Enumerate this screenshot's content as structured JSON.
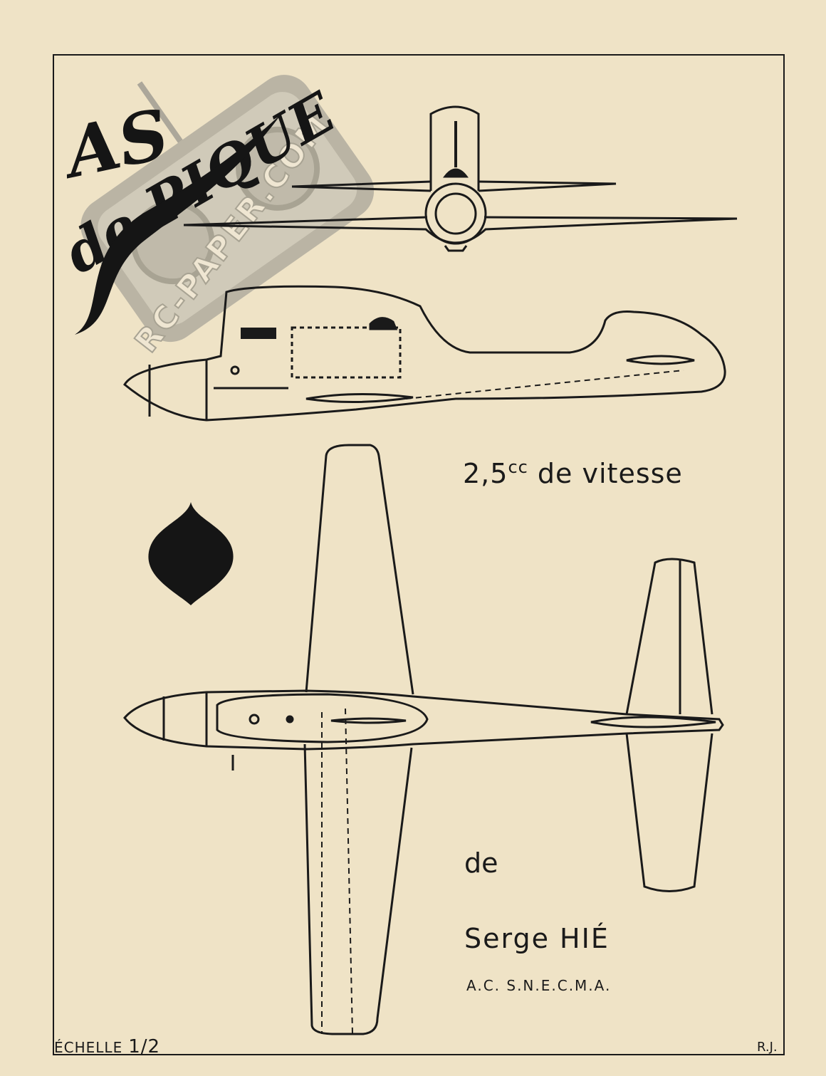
{
  "title": {
    "line1": "AS",
    "line2": "de PIQUE"
  },
  "watermark": "RC-PAPER.COM",
  "subtitle": {
    "main": "2,5",
    "superscript": "cc",
    "rest": "de vitesse"
  },
  "by_label": "de",
  "author": "Serge HIÉ",
  "club": "A.C. S.N.E.C.M.A.",
  "scale": {
    "label": "ÉCHELLE",
    "value": "1/2"
  },
  "initials": "R.J.",
  "icons": {
    "spade": "spade-icon",
    "watermark_emblem": "rc-transmitter-icon"
  },
  "colors": {
    "paper": "#efe3c6",
    "ink": "#1a1a1a",
    "watermark": "#9a9a94"
  },
  "views": [
    "front-view",
    "side-view",
    "top-view"
  ]
}
